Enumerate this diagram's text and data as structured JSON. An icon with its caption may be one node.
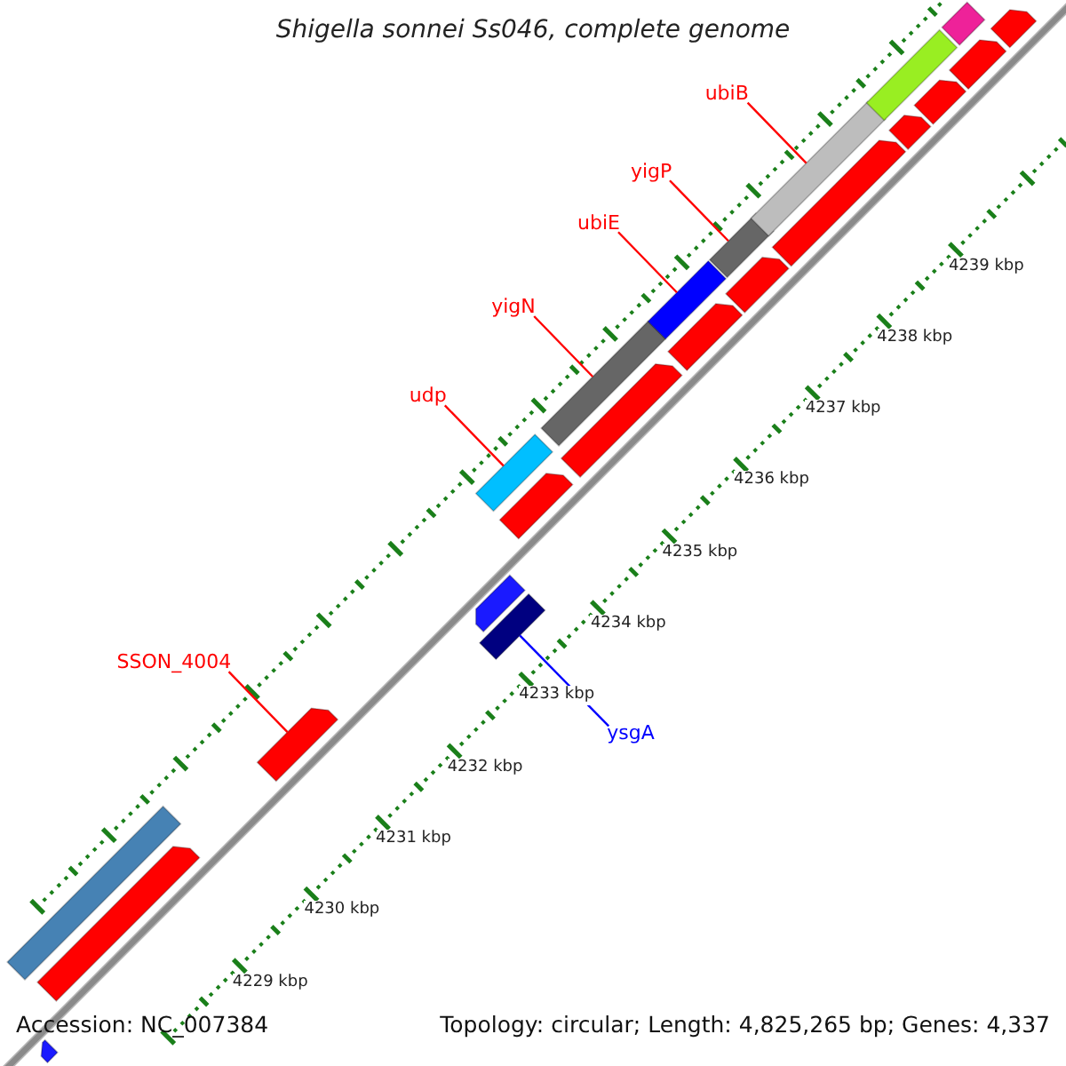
{
  "diagram": {
    "title": "Shigella sonnei Ss046, complete genome",
    "nodes": [
      {
        "text": [
          "ubiB"
        ]
      },
      {
        "text": [],
        "shape": "bar"
      },
      {
        "text": [
          "yigP"
        ]
      },
      {
        "text": [],
        "shape": "bar"
      },
      {
        "text": [
          "ubiE"
        ]
      },
      {
        "text": [],
        "shape": "bar"
      },
      {
        "text": [
          "yigN"
        ]
      },
      {
        "text": [],
        "shape": "bar"
      },
      {
        "text": [
          "udp"
        ]
      },
      {
        "text": [],
        "shape": "bar"
      },
      {
        "text": [
          "SSON_4004"
        ]
      },
      {
        "text": [],
        "shape": "arrow"
      },
      {
        "text": [
          "ysgA"
        ]
      },
      {
        "text": [],
        "shape": "bar"
      },
      {
        "text": [],
        "shape": "bar"
      },
      {
        "text": [],
        "shape": "bar"
      },
      {
        "text": [],
        "shape": "bar"
      },
      {
        "text": [],
        "shape": "arrow"
      },
      {
        "text": [],
        "shape": "arrow"
      },
      {
        "text": [],
        "shape": "arrow"
      },
      {
        "text": [],
        "shape": "arrow"
      },
      {
        "text": [],
        "shape": "arrow"
      },
      {
        "text": [],
        "shape": "arrow"
      },
      {
        "text": [],
        "shape": "arrow"
      },
      {
        "text": [],
        "shape": "arrow"
      },
      {
        "text": [],
        "shape": "arrow"
      },
      {
        "text": [],
        "shape": "arrow"
      },
      {
        "text": [],
        "shape": "arrow"
      },
      {
        "text": [],
        "shape": "arrow"
      }
    ],
    "edges": [
      {
        "from": 0,
        "to": 1,
        "arrow": "none"
      },
      {
        "from": 2,
        "to": 3,
        "arrow": "none"
      },
      {
        "from": 4,
        "to": 5,
        "arrow": "none"
      },
      {
        "from": 6,
        "to": 7,
        "arrow": "none"
      },
      {
        "from": 8,
        "to": 9,
        "arrow": "none"
      },
      {
        "from": 10,
        "to": 11,
        "arrow": "none"
      },
      {
        "from": 12,
        "to": 13,
        "arrow": "none",
        "color": "#0000ff"
      }
    ],
    "labels": [
      "4239 kbp",
      "4238 kbp",
      "4237 kbp",
      "4236 kbp",
      "4235 kbp",
      "4234 kbp",
      "4233 kbp",
      "4232 kbp",
      "4231 kbp",
      "4230 kbp",
      "4229 kbp",
      "Accession: NC_007384",
      "Topology: circular; Length: 4,825,265 bp; Genes: 4,337"
    ]
  }
}
